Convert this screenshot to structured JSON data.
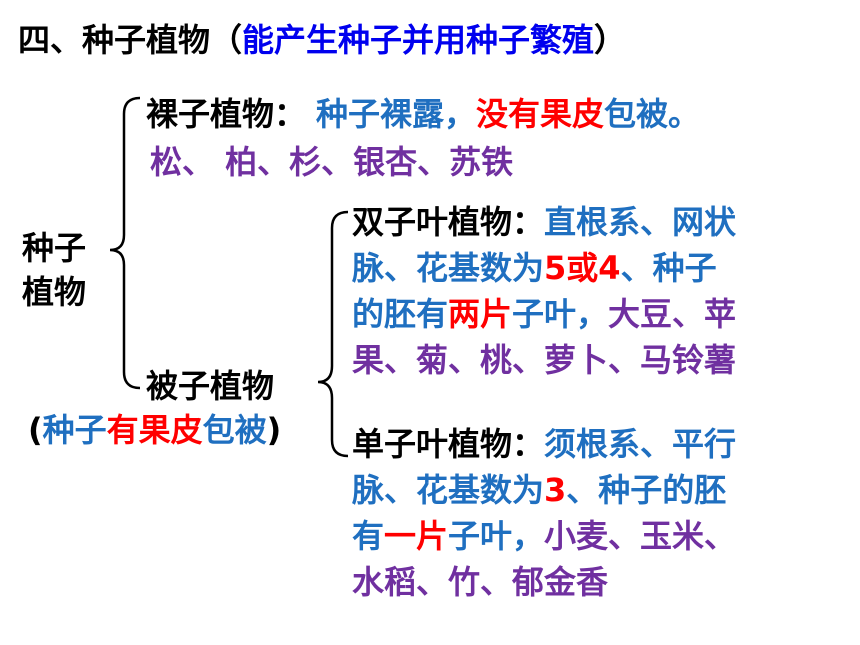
{
  "heading": {
    "main": "四、种子植物",
    "paren_open": "（",
    "note": "能产生种子并用种子繁殖",
    "paren_close": "）"
  },
  "root": {
    "line1": "种子",
    "line2": "植物"
  },
  "gymnosperm": {
    "label": "裸子植物：",
    "desc_a": "种子裸露，",
    "desc_b": "没有果皮",
    "desc_c": "包被。",
    "examples": "松、 柏、杉、银杏、苏铁"
  },
  "angiosperm": {
    "label": "被子植物",
    "paren_open": "(",
    "note_a": "种子",
    "note_b": "有果皮",
    "note_c": "包被",
    "paren_close": ")"
  },
  "dicot": {
    "label": "双子叶植物：",
    "l1": "直根系、网状",
    "l2a": "脉、花基数为",
    "l2b": "5或4",
    "l2c": "、种子",
    "l3a": "的胚有",
    "l3b": "两片",
    "l3c": "子叶，",
    "l3d": "大豆、苹",
    "l4": "果、菊、桃、萝卜、马铃薯"
  },
  "monocot": {
    "label": "单子叶植物：",
    "l1": "须根系、平行",
    "l2a": "脉、花基数为",
    "l2b": "3",
    "l2c": "、种子的胚",
    "l3a": "有",
    "l3b": "一片",
    "l3c": "子叶，",
    "l3d": "小麦、玉米、",
    "l4": "水稻、竹、郁金香"
  },
  "colors": {
    "black": "#000000",
    "blue": "#0000ee",
    "teal": "#1f6fc0",
    "red": "#ff0000",
    "green": "#00a651",
    "purple": "#7030a0"
  }
}
